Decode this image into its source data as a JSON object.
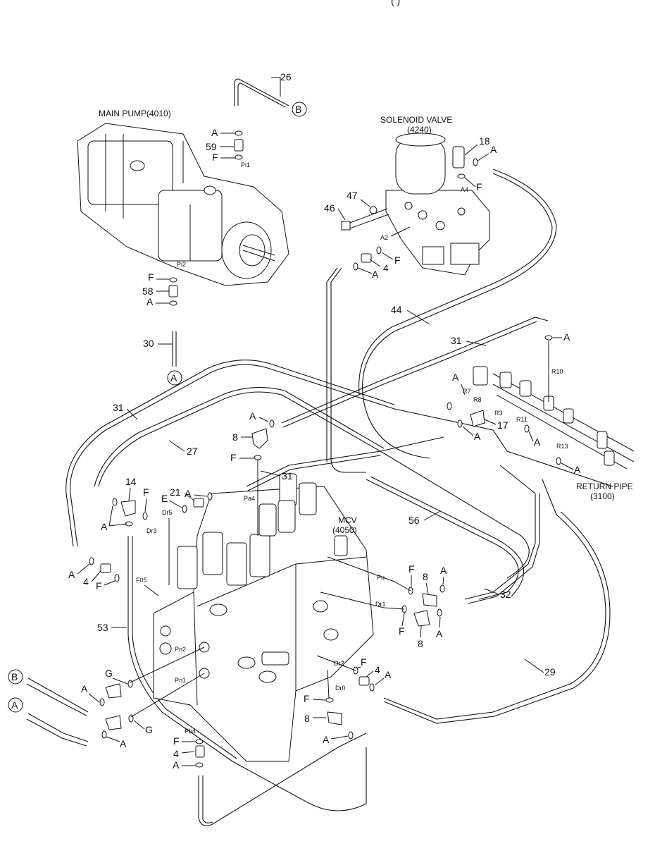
{
  "title_fragment": "(        )",
  "components": {
    "main_pump": "MAIN PUMP(4010)",
    "solenoid_valve_line1": "SOLENOID VALVE",
    "solenoid_valve_line2": "(4240)",
    "mcv_line1": "MCV",
    "mcv_line2": "(4050)",
    "return_pipe_line1": "RETURN PIPE",
    "return_pipe_line2": "(3100)"
  },
  "connectors": {
    "a": "A",
    "b": "B"
  },
  "part_numbers": {
    "p4": "4",
    "p8": "8",
    "p14": "14",
    "p17": "17",
    "p18": "18",
    "p21": "21",
    "p26": "26",
    "p27": "27",
    "p29": "29",
    "p30": "30",
    "p31": "31",
    "p32": "32",
    "p44": "44",
    "p46": "46",
    "p47": "47",
    "p53": "53",
    "p56": "56",
    "p58": "58",
    "p59": "59"
  },
  "seal_letters": {
    "a": "A",
    "e": "E",
    "f": "F",
    "g": "G"
  },
  "ports": {
    "pi1": "Pi1",
    "pi2": "Pi2",
    "a2": "A2",
    "a4": "A4",
    "r3": "R3",
    "r7": "R7",
    "r8": "R8",
    "r10": "R10",
    "r11": "R11",
    "r13": "R13",
    "pa4": "Pa4",
    "dr5": "Dr5",
    "dr3": "Dr3",
    "f05": "F05",
    "pu": "Pu",
    "dr1": "Dr1",
    "pn2": "Pn2",
    "pn1": "Pn1",
    "dr2": "Dr2",
    "dr0": "Dr0",
    "pb4": "Pb4"
  }
}
